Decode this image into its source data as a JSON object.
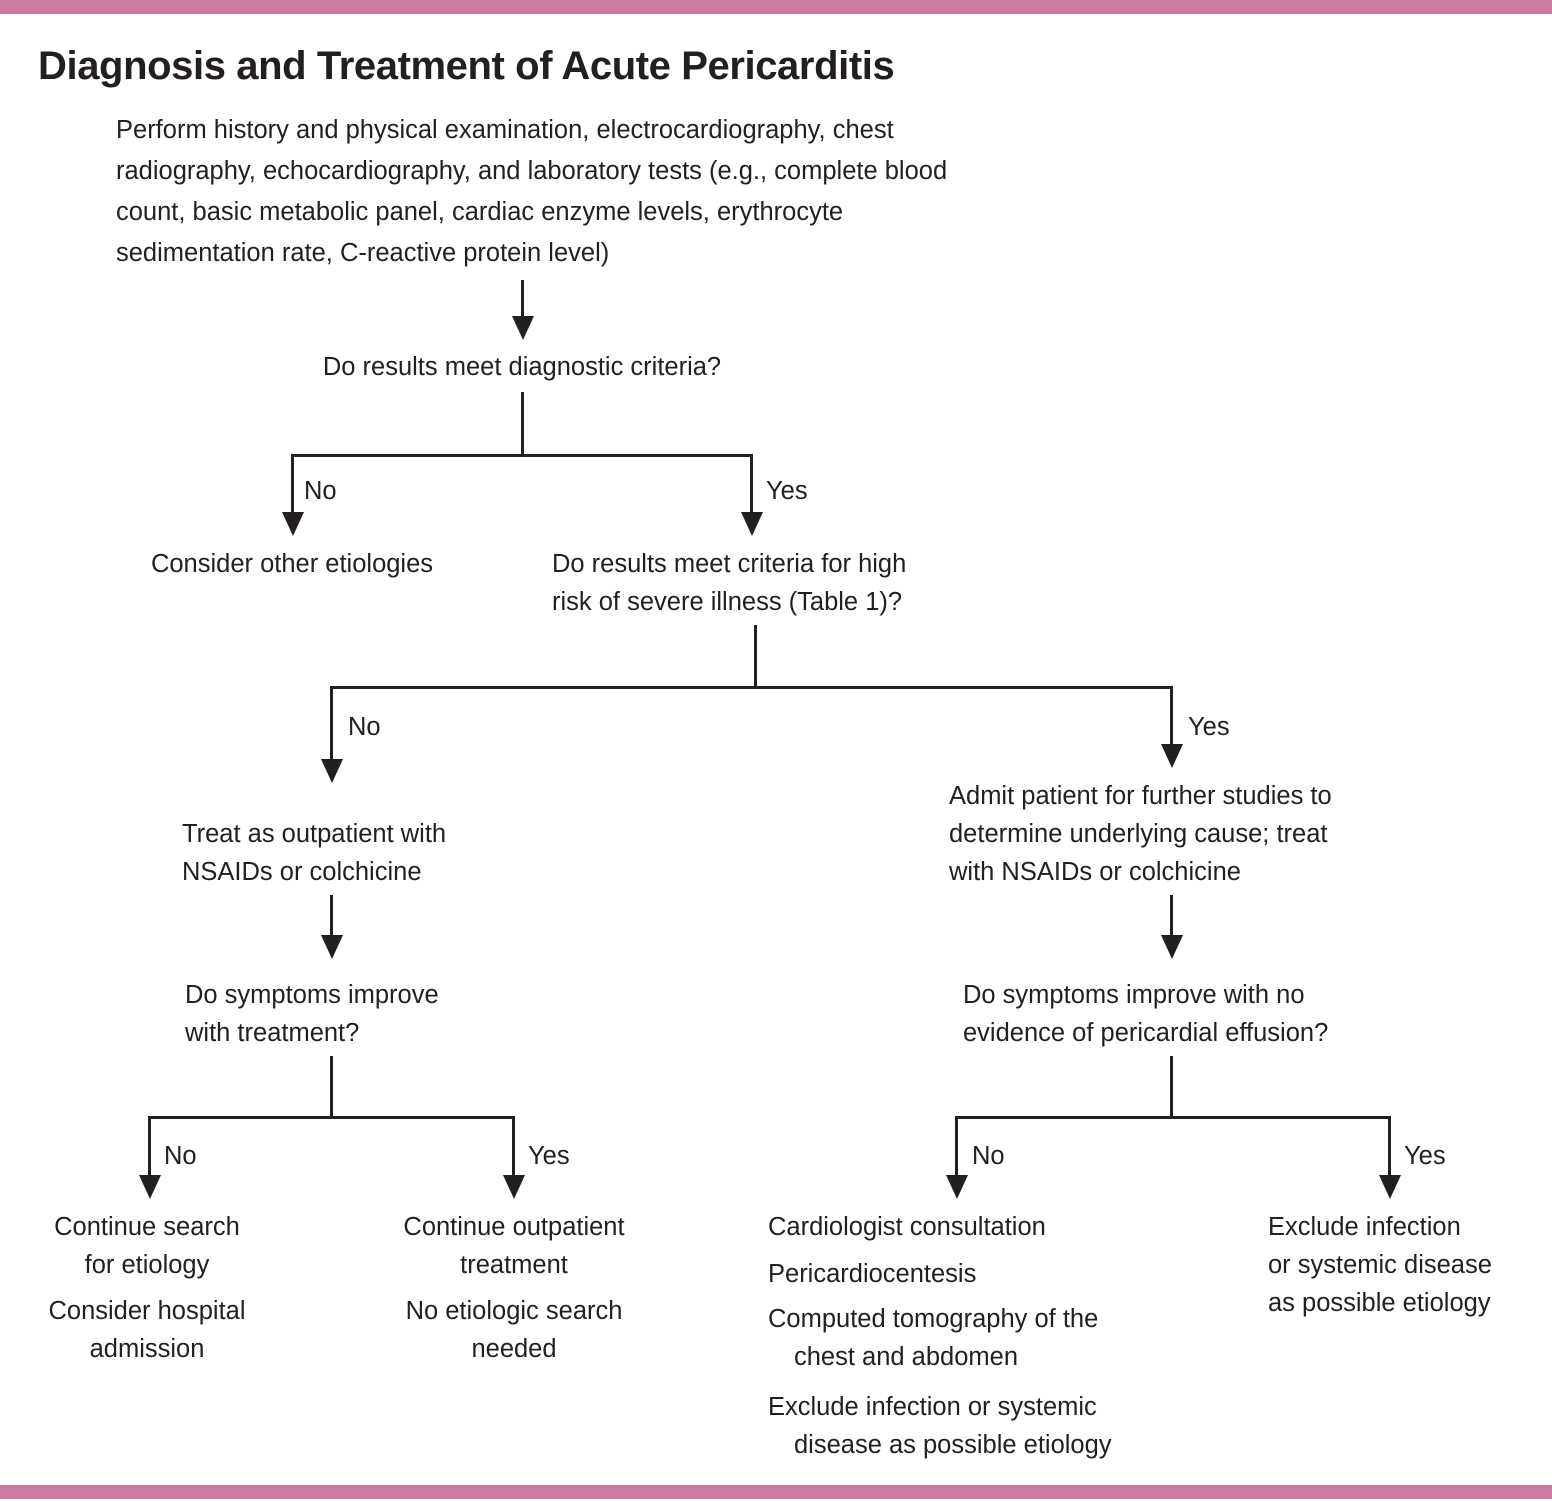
{
  "page": {
    "title": "Diagnosis and Treatment of Acute Pericarditis",
    "accent_color": "#c97ba4",
    "text_color": "#231f20",
    "background_color": "#ffffff"
  },
  "flowchart": {
    "type": "decision-tree",
    "nodes": {
      "intro": "Perform history and physical examination, electrocardiography, chest radiography, echocardiography, and laboratory tests (e.g., complete blood count, basic metabolic panel, cardiac enzyme levels, erythrocyte sedimentation rate, C-reactive protein level)",
      "q_diagnostic": "Do results meet diagnostic criteria?",
      "consider_other": "Consider other etiologies",
      "q_high_risk_line1": "Do results meet criteria for high",
      "q_high_risk_line2": "risk of severe illness (Table 1)?",
      "treat_outpatient_line1": "Treat as outpatient with",
      "treat_outpatient_line2": "NSAIDs or colchicine",
      "admit_line1": "Admit patient for further studies to",
      "admit_line2": "determine underlying cause; treat",
      "admit_line3": "with NSAIDs or colchicine",
      "q_improve_line1": "Do symptoms improve",
      "q_improve_line2": "with treatment?",
      "q_improve_effusion_line1": "Do symptoms improve with no",
      "q_improve_effusion_line2": "evidence of pericardial effusion?",
      "outcome_continue_search_line1": "Continue search",
      "outcome_continue_search_line2": "for etiology",
      "outcome_consider_admission_line1": "Consider hospital",
      "outcome_consider_admission_line2": "admission",
      "outcome_continue_outpatient_line1": "Continue outpatient",
      "outcome_continue_outpatient_line2": "treatment",
      "outcome_no_search_line1": "No etiologic search",
      "outcome_no_search_line2": "needed",
      "outcome_cardiologist": "Cardiologist consultation",
      "outcome_pericardiocentesis": "Pericardiocentesis",
      "outcome_ct": "Computed tomography of the chest and abdomen",
      "outcome_exclude_left": "Exclude infection or systemic disease as possible etiology",
      "outcome_exclude_right_line1": "Exclude infection",
      "outcome_exclude_right_line2": "or systemic disease",
      "outcome_exclude_right_line3": "as possible etiology"
    },
    "branch_labels": {
      "diag_no": "No",
      "diag_yes": "Yes",
      "risk_no": "No",
      "risk_yes": "Yes",
      "improve_no": "No",
      "improve_yes": "Yes",
      "effusion_no": "No",
      "effusion_yes": "Yes"
    }
  }
}
